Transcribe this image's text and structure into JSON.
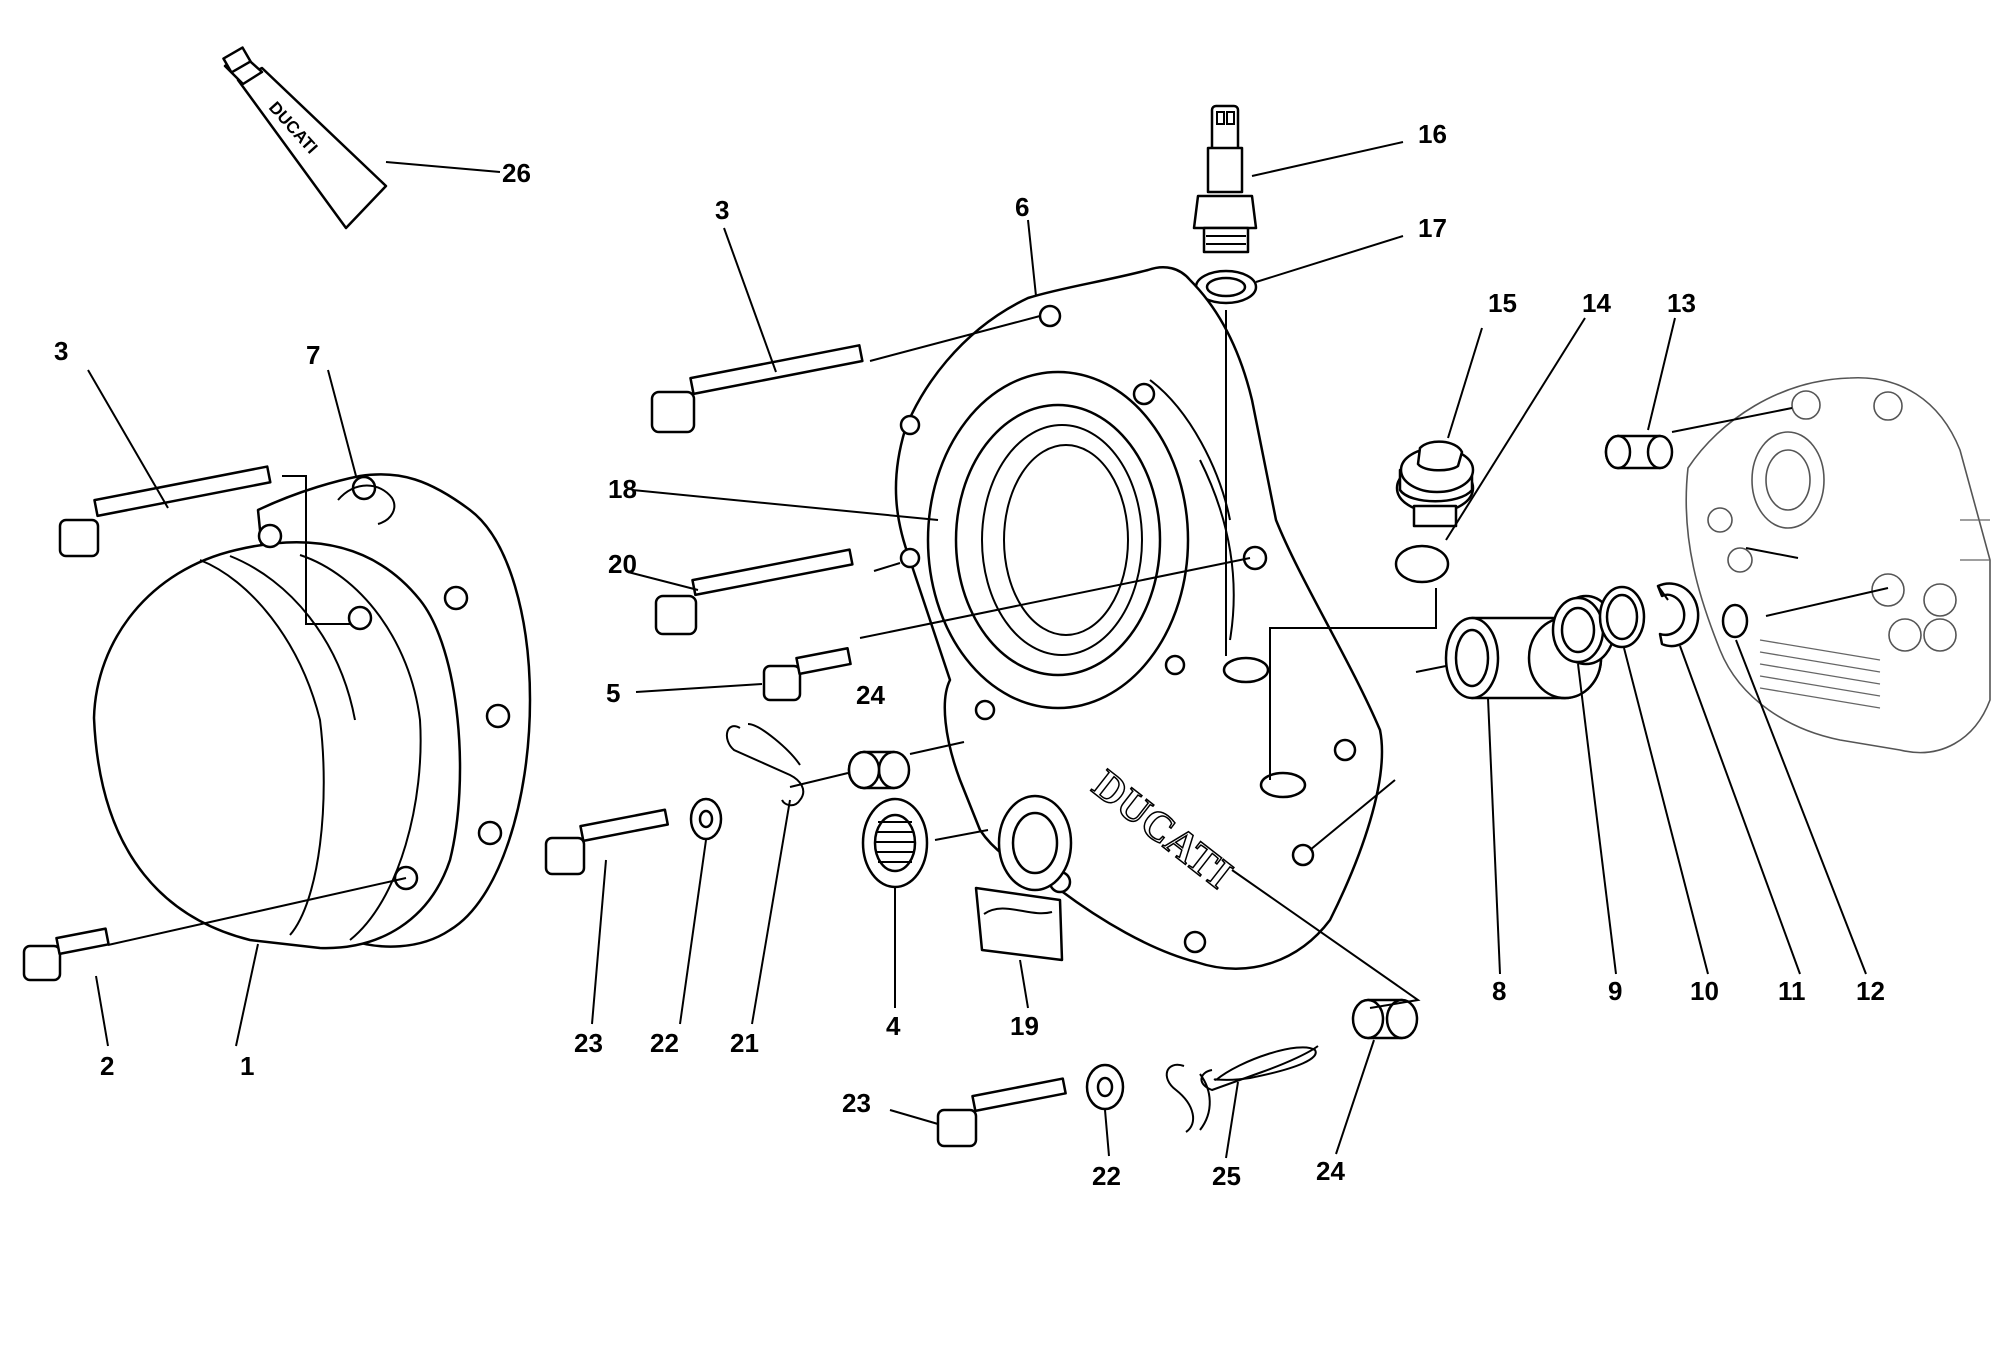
{
  "brand": {
    "logo_text": "DUCATI"
  },
  "callouts": [
    {
      "id": "c26",
      "label": "26"
    },
    {
      "id": "c16",
      "label": "16"
    },
    {
      "id": "c17",
      "label": "17"
    },
    {
      "id": "c3a",
      "label": "3"
    },
    {
      "id": "c6",
      "label": "6"
    },
    {
      "id": "c3b",
      "label": "3"
    },
    {
      "id": "c7",
      "label": "7"
    },
    {
      "id": "c15",
      "label": "15"
    },
    {
      "id": "c14",
      "label": "14"
    },
    {
      "id": "c13",
      "label": "13"
    },
    {
      "id": "c18",
      "label": "18"
    },
    {
      "id": "c20",
      "label": "20"
    },
    {
      "id": "c5",
      "label": "5"
    },
    {
      "id": "c24a",
      "label": "24"
    },
    {
      "id": "c8",
      "label": "8"
    },
    {
      "id": "c9",
      "label": "9"
    },
    {
      "id": "c10",
      "label": "10"
    },
    {
      "id": "c11",
      "label": "11"
    },
    {
      "id": "c12",
      "label": "12"
    },
    {
      "id": "c4",
      "label": "4"
    },
    {
      "id": "c19",
      "label": "19"
    },
    {
      "id": "c23a",
      "label": "23"
    },
    {
      "id": "c22a",
      "label": "22"
    },
    {
      "id": "c21",
      "label": "21"
    },
    {
      "id": "c2",
      "label": "2"
    },
    {
      "id": "c1",
      "label": "1"
    },
    {
      "id": "c23b",
      "label": "23"
    },
    {
      "id": "c22b",
      "label": "22"
    },
    {
      "id": "c25",
      "label": "25"
    },
    {
      "id": "c24b",
      "label": "24"
    }
  ]
}
